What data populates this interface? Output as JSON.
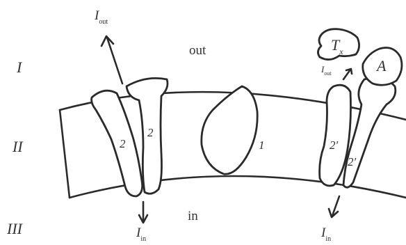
{
  "region_labels": {
    "outside": "I",
    "membrane": "II",
    "inside": "III"
  },
  "compartments": {
    "outside": "out",
    "inside": "in"
  },
  "proteins": {
    "left_a": "2",
    "left_b": "2",
    "center": "1",
    "right_a": "2′",
    "right_b": "2′"
  },
  "currents": {
    "top_left": {
      "symbol": "I",
      "subscript": "out"
    },
    "top_right": {
      "symbol": "I",
      "subscript": "out"
    },
    "bottom_left": {
      "symbol": "I",
      "subscript": "in"
    },
    "bottom_right": {
      "symbol": "I",
      "subscript": "in"
    }
  },
  "ligands": {
    "tx": {
      "symbol": "T",
      "subscript": "x"
    },
    "a": {
      "symbol": "A"
    }
  }
}
